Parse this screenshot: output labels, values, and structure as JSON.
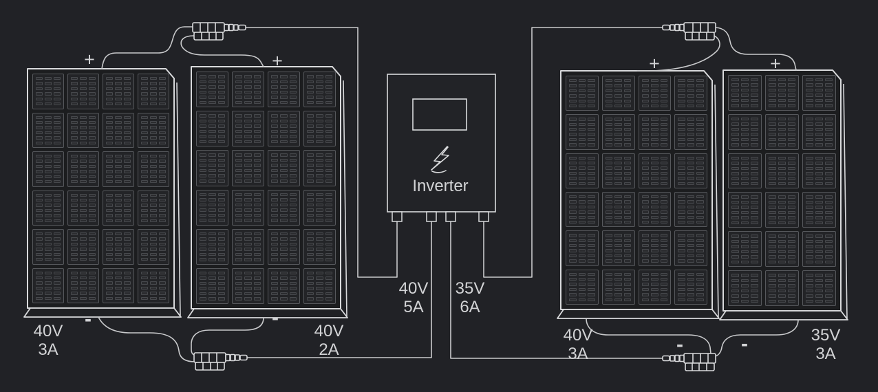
{
  "diagram": {
    "inverter": {
      "label": "Inverter",
      "icon": "lightning-bolt-icon"
    },
    "panels": [
      {
        "name": "left-panel-1",
        "voltage": "40V",
        "current": "3A",
        "polarity_plus": "+",
        "polarity_minus": "-"
      },
      {
        "name": "left-panel-2",
        "voltage": "40V",
        "current": "2A",
        "polarity_plus": "+",
        "polarity_minus": "-"
      },
      {
        "name": "right-panel-1",
        "voltage": "40V",
        "current": "3A",
        "polarity_plus": "+",
        "polarity_minus": "-"
      },
      {
        "name": "right-panel-2",
        "voltage": "35V",
        "current": "3A",
        "polarity_plus": "+",
        "polarity_minus": "-"
      }
    ],
    "inverter_inputs": [
      {
        "name": "left-string",
        "voltage": "40V",
        "current": "5A"
      },
      {
        "name": "right-string",
        "voltage": "35V",
        "current": "6A"
      }
    ],
    "colors": {
      "background": "#212226",
      "line": "#c9cacc",
      "text": "#d2d3d5"
    }
  }
}
